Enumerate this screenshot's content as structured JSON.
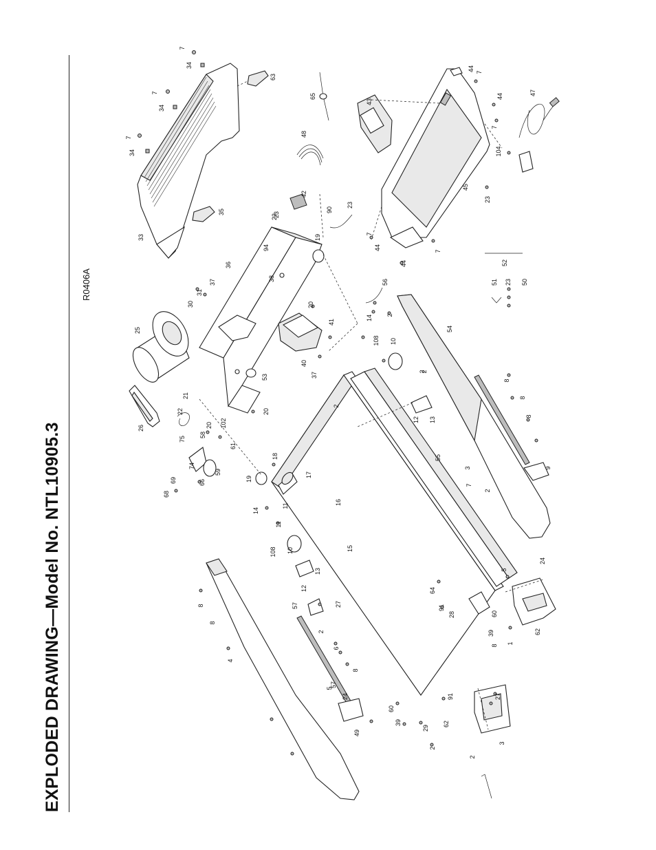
{
  "page": {
    "title": "EXPLODED DRAWING—Model No. NTL10905.3",
    "drawing_code": "R0406A"
  },
  "callouts": [
    "7",
    "34",
    "63",
    "7",
    "34",
    "7",
    "34",
    "35",
    "33",
    "65",
    "43",
    "44",
    "7",
    "44",
    "7",
    "47",
    "48",
    "42",
    "23",
    "90",
    "23",
    "19",
    "94",
    "36",
    "38",
    "31",
    "30",
    "37",
    "20",
    "25",
    "23",
    "56",
    "44",
    "7",
    "45",
    "104",
    "23",
    "44",
    "7",
    "52",
    "51",
    "23",
    "50",
    "41",
    "40",
    "37",
    "14",
    "2",
    "108",
    "10",
    "54",
    "2",
    "53",
    "20",
    "26",
    "21",
    "22",
    "58",
    "20",
    "102",
    "75",
    "61",
    "74",
    "59",
    "69",
    "68",
    "66",
    "18",
    "17",
    "19",
    "11",
    "2",
    "8",
    "12",
    "13",
    "8",
    "8",
    "55",
    "16",
    "14",
    "15",
    "11",
    "108",
    "10",
    "12",
    "13",
    "2",
    "3",
    "2",
    "9",
    "7",
    "8",
    "57",
    "27",
    "5",
    "24",
    "64",
    "91",
    "28",
    "60",
    "62",
    "39",
    "1",
    "8",
    "8",
    "2",
    "6",
    "4",
    "8",
    "57",
    "5",
    "24",
    "91",
    "60",
    "39",
    "29",
    "62",
    "27",
    "3",
    "2",
    "2",
    "49"
  ],
  "icons": [
    "bolt",
    "screw",
    "washer",
    "nut",
    "roller",
    "belt",
    "bracket",
    "cord"
  ]
}
